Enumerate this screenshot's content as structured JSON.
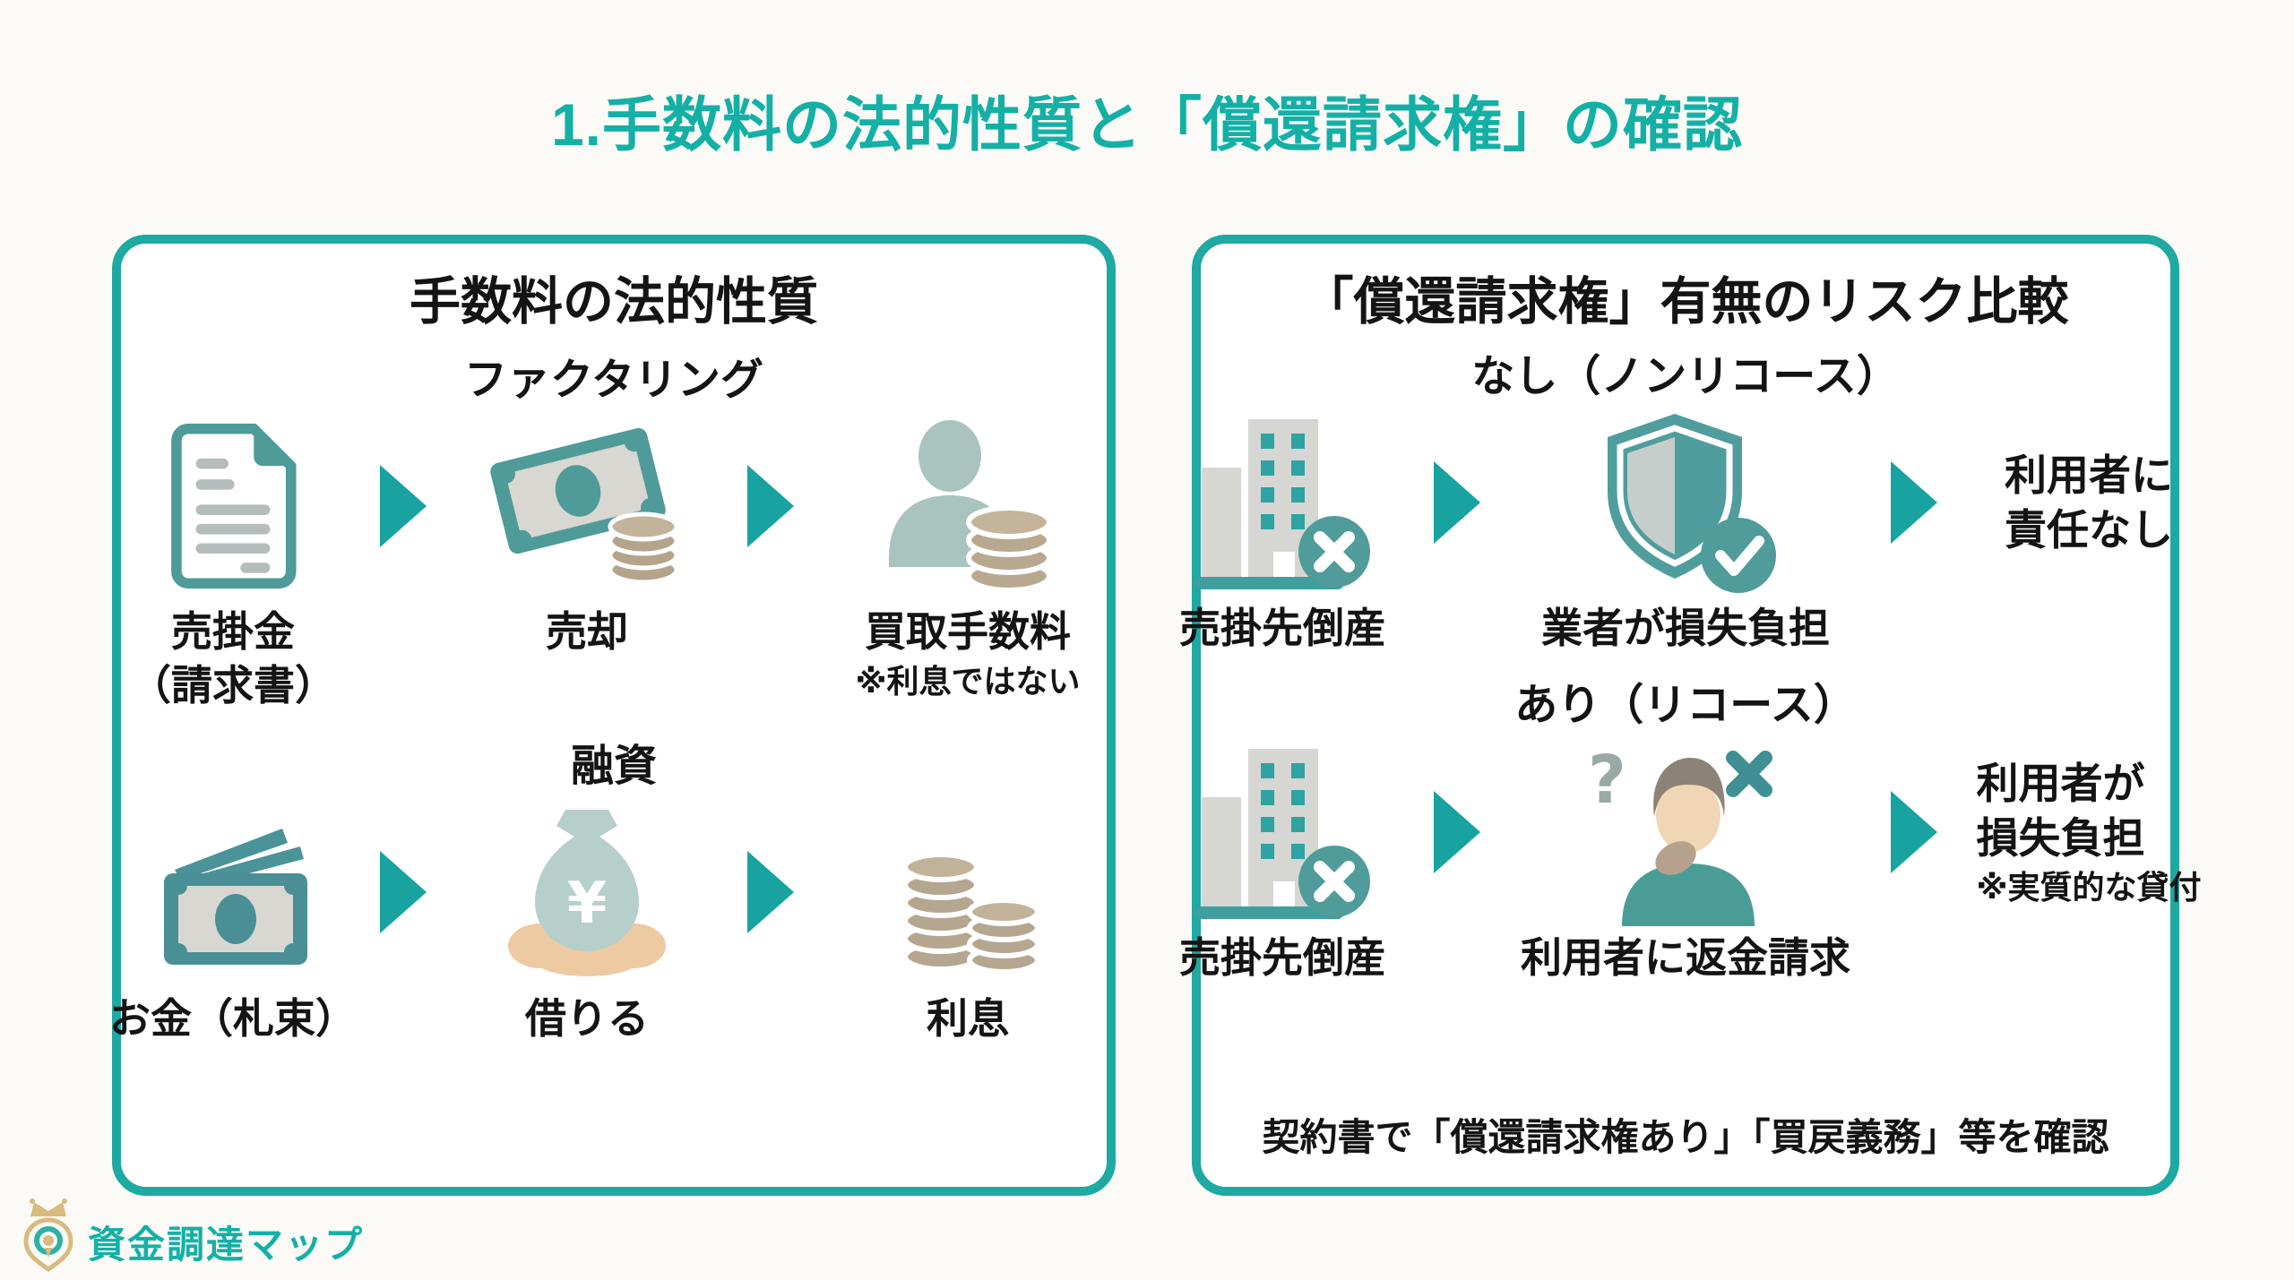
{
  "page": {
    "title": "1.手数料の法的性質と「償還請求権」の確認"
  },
  "colors": {
    "accent": "#14b0a6",
    "border": "#1ea9a2",
    "arrow": "#18a3a0",
    "icon_teal": "#4f9b99",
    "window_teal": "#2fa3a3",
    "pale_teal_silhouette": "#a9c4bf",
    "coin_tan": "#b5a48c",
    "skin_tan": "#eecaa2",
    "gold": "#d9ba7f",
    "ink": "#141414",
    "bg": "#fbfaf6",
    "panel": "#ffffff"
  },
  "left_panel": {
    "title": "手数料の法的性質",
    "sections": [
      {
        "heading": "ファクタリング",
        "steps": [
          {
            "icon": "invoice-document-icon",
            "label": "売掛金\n（請求書）"
          },
          {
            "icon": "banknote-coins-icon",
            "label": "売却"
          },
          {
            "icon": "person-coins-icon",
            "label": "買取手数料",
            "note": "※利息ではない"
          }
        ]
      },
      {
        "heading": "融資",
        "steps": [
          {
            "icon": "money-bills-icon",
            "label": "お金（札束）"
          },
          {
            "icon": "money-bag-icon",
            "label": "借りる"
          },
          {
            "icon": "coin-stacks-icon",
            "label": "利息"
          }
        ]
      }
    ]
  },
  "right_panel": {
    "title": "「償還請求権」有無のリスク比較",
    "sections": [
      {
        "heading": "なし（ノンリコース）",
        "steps": [
          {
            "icon": "bankrupt-building-icon",
            "label": "売掛先倒産"
          },
          {
            "icon": "shield-check-icon",
            "label": "業者が損失負担"
          },
          {
            "icon": null,
            "result": "利用者に\n責任なし"
          }
        ]
      },
      {
        "heading": "あり（リコース）",
        "steps": [
          {
            "icon": "bankrupt-building-icon",
            "label": "売掛先倒産"
          },
          {
            "icon": "worried-person-icon",
            "label": "利用者に返金請求"
          },
          {
            "icon": null,
            "result": "利用者が\n損失負担",
            "note": "※実質的な貸付"
          }
        ]
      }
    ],
    "footer": "契約書で「償還請求権あり」「買戻義務」等を確認"
  },
  "logo": {
    "text": "資金調達マップ"
  }
}
